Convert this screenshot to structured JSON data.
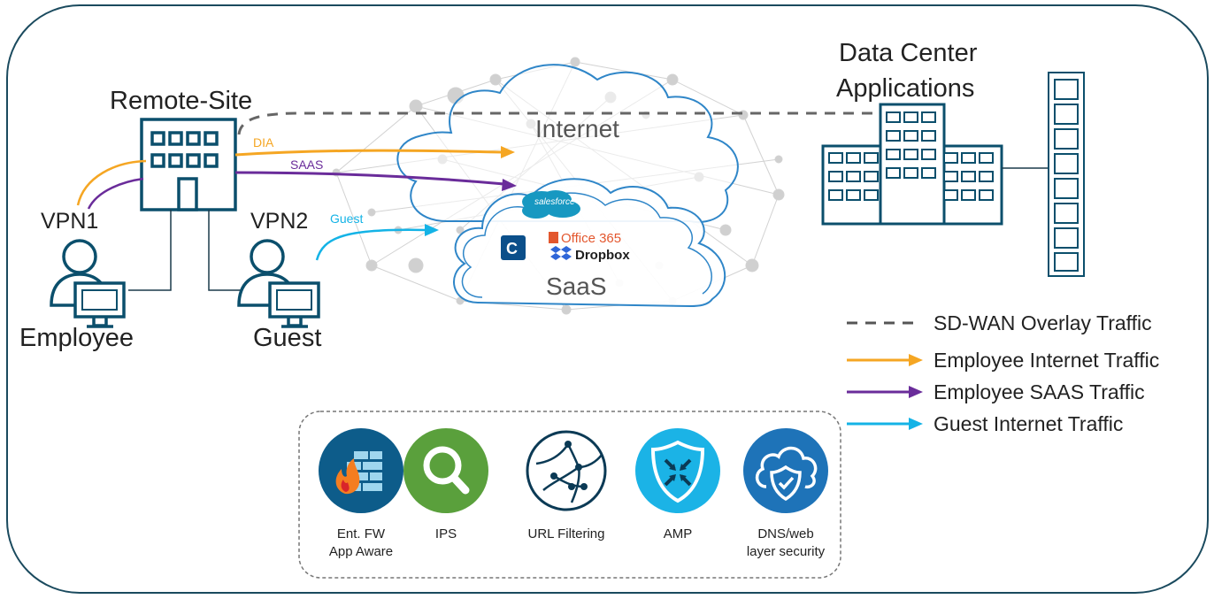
{
  "remote_site": {
    "title": "Remote-Site"
  },
  "data_center": {
    "title_line1": "Data Center",
    "title_line2": "Applications"
  },
  "vpn": {
    "vpn1": "VPN1",
    "vpn2": "VPN2"
  },
  "users": {
    "employee": "Employee",
    "guest": "Guest"
  },
  "clouds": {
    "internet": "Internet",
    "saas": "SaaS"
  },
  "flows": {
    "dia": "DIA",
    "saas": "SAAS",
    "guest": "Guest"
  },
  "saas_apps": {
    "office": "Office 365",
    "dropbox": "Dropbox",
    "salesforce": "salesforce"
  },
  "legend": [
    {
      "label": "SD-WAN Overlay Traffic",
      "style": "dashed",
      "color": "#555555"
    },
    {
      "label": "Employee Internet Traffic",
      "style": "arrow",
      "color": "#f5a623"
    },
    {
      "label": "Employee SAAS Traffic",
      "style": "arrow",
      "color": "#6a2c9a"
    },
    {
      "label": "Guest Internet Traffic",
      "style": "arrow",
      "color": "#14b3e6"
    }
  ],
  "security": [
    {
      "label": "Ent. FW\nApp Aware",
      "icon": "firewall-icon",
      "color": "#0d5c8a"
    },
    {
      "label": "IPS",
      "icon": "magnifier-icon",
      "color": "#5aa03c"
    },
    {
      "label": "URL Filtering",
      "icon": "network-globe-icon",
      "color": "#ffffff"
    },
    {
      "label": "AMP",
      "icon": "shield-arrows-icon",
      "color": "#1bb3e6"
    },
    {
      "label": "DNS/web\nlayer security",
      "icon": "cloud-shield-icon",
      "color": "#1e73b8"
    }
  ],
  "colors": {
    "building": "#0b4f6c",
    "frame": "#1a4a5e",
    "dia": "#f5a623",
    "saas": "#6a2c9a",
    "guest": "#14b3e6",
    "cloud": "#2f86c8"
  }
}
